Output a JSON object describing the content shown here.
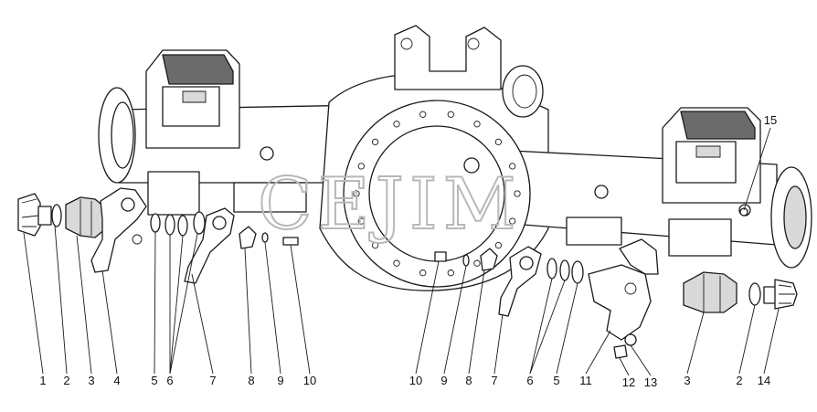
{
  "watermark": {
    "text": "CEJIM"
  },
  "callouts": [
    {
      "id": "l1",
      "text": "1"
    },
    {
      "id": "l2",
      "text": "2"
    },
    {
      "id": "l3",
      "text": "3"
    },
    {
      "id": "l4",
      "text": "4"
    },
    {
      "id": "l5",
      "text": "5"
    },
    {
      "id": "l6",
      "text": "6"
    },
    {
      "id": "l7",
      "text": "7"
    },
    {
      "id": "l8",
      "text": "8"
    },
    {
      "id": "l9",
      "text": "9"
    },
    {
      "id": "l10",
      "text": "10"
    },
    {
      "id": "r10",
      "text": "10"
    },
    {
      "id": "r9",
      "text": "9"
    },
    {
      "id": "r8",
      "text": "8"
    },
    {
      "id": "r7",
      "text": "7"
    },
    {
      "id": "r6",
      "text": "6"
    },
    {
      "id": "r5",
      "text": "5"
    },
    {
      "id": "r11",
      "text": "11"
    },
    {
      "id": "r12",
      "text": "12"
    },
    {
      "id": "r13",
      "text": "13"
    },
    {
      "id": "r3",
      "text": "3"
    },
    {
      "id": "r2",
      "text": "2"
    },
    {
      "id": "r14",
      "text": "14"
    },
    {
      "id": "r15",
      "text": "15"
    }
  ]
}
